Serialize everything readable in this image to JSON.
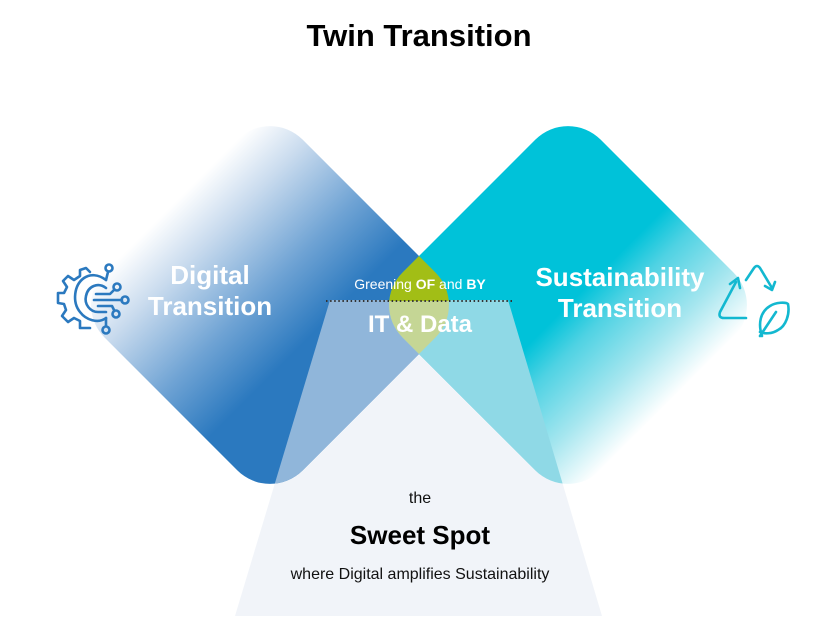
{
  "title": "Twin Transition",
  "left_circle": {
    "line1": "Digital",
    "line2": "Transition",
    "icon": "gear-circuit-icon",
    "color": "#2b79bf"
  },
  "right_circle": {
    "line1": "Sustainability",
    "line2": "Transition",
    "icon": "recycle-leaf-icon",
    "color": "#00c2d9"
  },
  "overlap": {
    "greening_prefix": "Greening ",
    "greening_of": "OF",
    "greening_and": " and ",
    "greening_by": "BY",
    "main": "IT & Data",
    "upper_color": "#a2be16",
    "lower_color": "#c5d695"
  },
  "sweet_spot": {
    "pre": "the",
    "title": "Sweet Spot",
    "subtitle": "where Digital amplifies Sustainability",
    "color": "#f1f4f9"
  }
}
